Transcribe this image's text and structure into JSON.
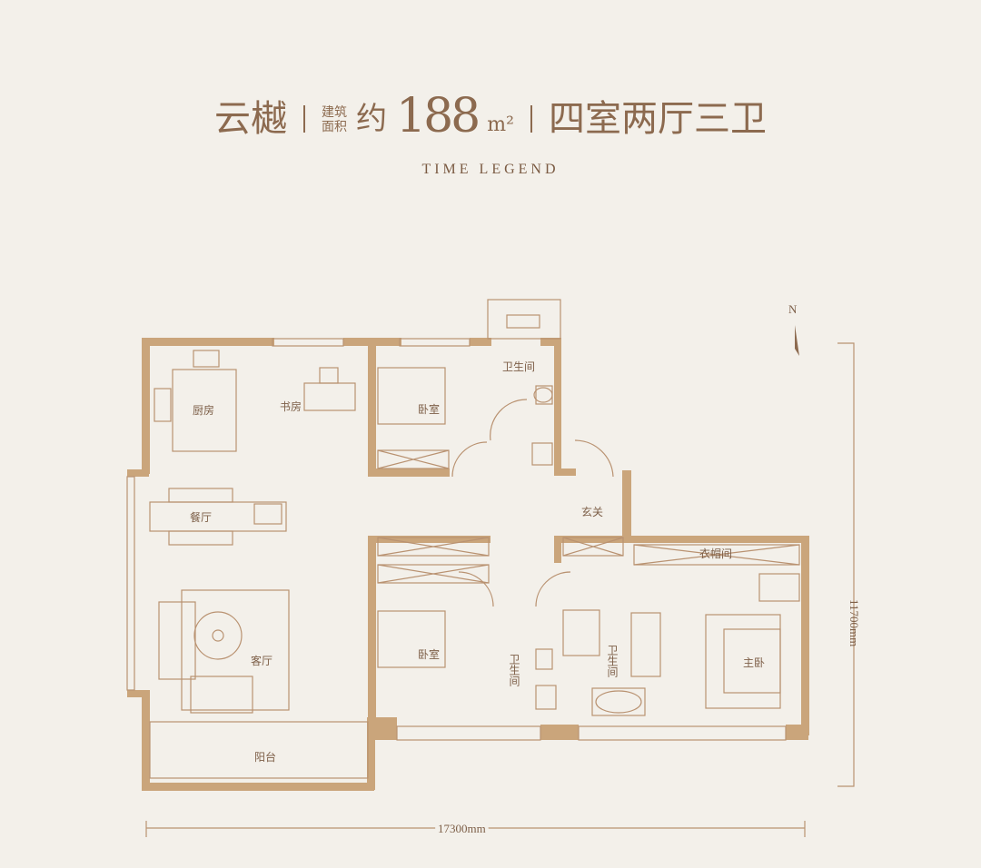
{
  "header": {
    "project_name": "云樾",
    "area_label_line1": "建筑",
    "area_label_line2": "面积",
    "approx": "约",
    "area_value": "188",
    "area_unit": "m²",
    "layout": "四室两厅三卫",
    "subtitle": "TIME LEGEND"
  },
  "rooms": {
    "kitchen": "厨房",
    "study": "书房",
    "bedroom_north": "卧室",
    "bathroom_north": "卫生间",
    "dining": "餐厅",
    "foyer": "玄关",
    "walk_in_closet": "衣帽间",
    "living": "客厅",
    "bedroom_south": "卧室",
    "bathroom_south": "卫生间",
    "bathroom_master": "卫生间",
    "master_bedroom": "主卧",
    "balcony": "阳台"
  },
  "compass": {
    "north": "N"
  },
  "dimensions": {
    "height": "11700mm",
    "width": "17300mm"
  },
  "colors": {
    "wall": "#caa57b",
    "background": "#f3f0ea",
    "text": "#8c6a4f"
  }
}
